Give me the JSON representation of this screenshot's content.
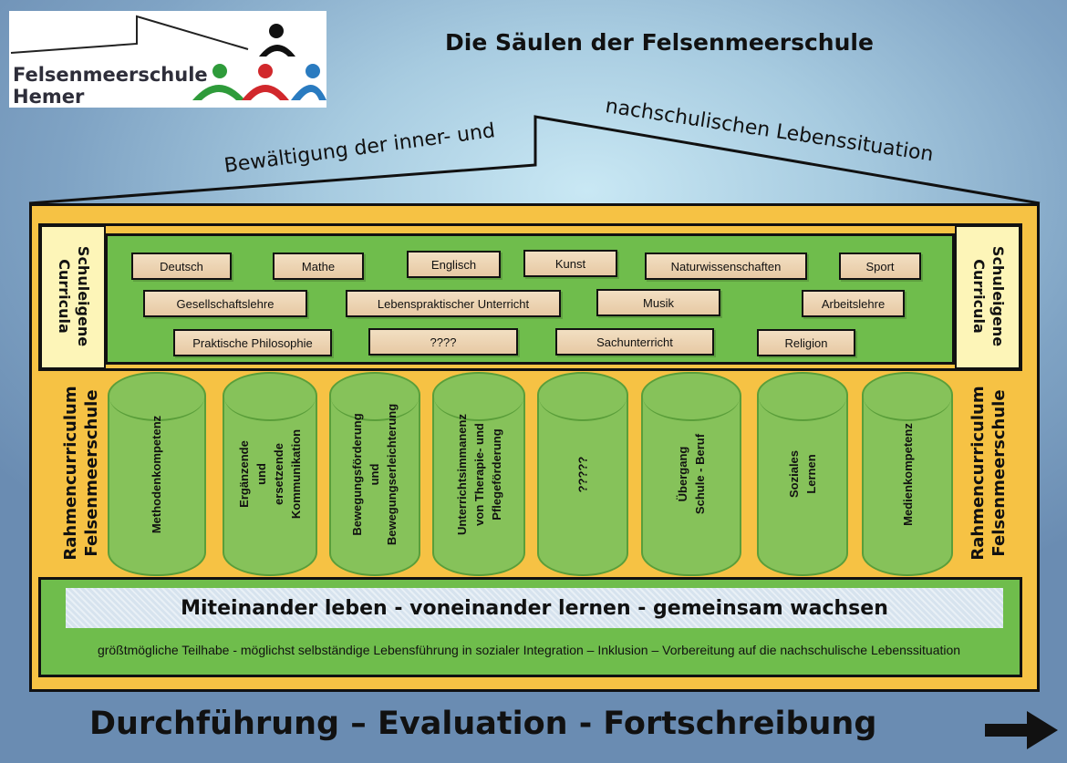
{
  "logo": {
    "line1": "Felsenmeerschule",
    "line2": "Hemer"
  },
  "title": "Die Säulen der Felsenmeerschule",
  "roof": {
    "left": "Bewältigung der inner- und",
    "right": "nachschulischen Lebenssituation"
  },
  "curricula_label": {
    "line1": "Schuleigene",
    "line2": "Curricula"
  },
  "subjects": [
    "Deutsch",
    "Mathe",
    "Englisch",
    "Kunst",
    "Naturwissenschaften",
    "Sport",
    "Gesellschaftslehre",
    "Lebenspraktischer Unterricht",
    "Musik",
    "Arbeitslehre",
    "Praktische Philosophie",
    "????",
    "Sachunterricht",
    "Religion"
  ],
  "rahmen_label": {
    "line1": "Rahmencurriculum",
    "line2": "Felsenmeerschule"
  },
  "pillars": [
    "Methodenkompetenz",
    "Ergänzende und\nersetzende\nKommunikation",
    "Bewegungsförderung\nund\nBewegungserleichterung",
    "Unterrichtsimmanenz\nvon Therapie- und\nPflegeförderung",
    "?????",
    "Übergang Schule - Beruf",
    "Soziales Lernen",
    "Medienkompetenz"
  ],
  "motto": "Miteinander leben - voneinander lernen - gemeinsam wachsen",
  "goals": "größtmögliche Teilhabe  - möglichst selbständige Lebensführung in sozialer Integration  –  Inklusion –  Vorbereitung auf die nachschulische Lebenssituation",
  "footer": "Durchführung – Evaluation - Fortschreibung",
  "colors": {
    "house": "#f6c244",
    "green": "#6fbd4c",
    "pillar": "#86c25a",
    "cream": "#fdf5b8",
    "subject": "#e7c9a4"
  }
}
